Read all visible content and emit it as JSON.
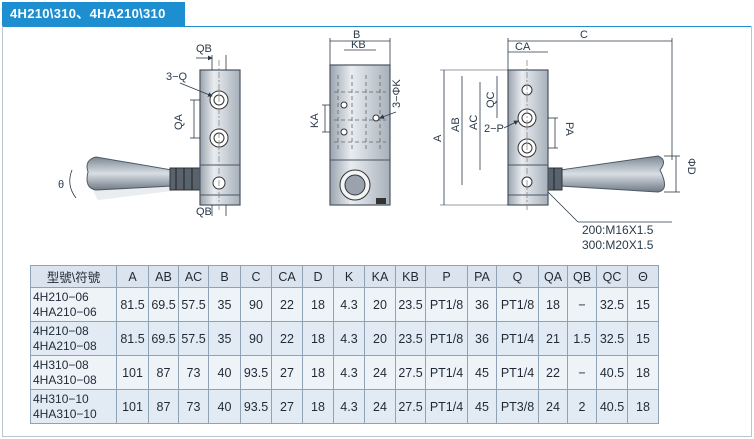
{
  "header": {
    "title": "4H210\\310、4HA210\\310"
  },
  "drawing": {
    "labels": {
      "qb_top": "QB",
      "q_port": "3−Q",
      "qa": "QA",
      "theta": "θ",
      "qb_bottom": "QB",
      "b": "B",
      "kb": "KB",
      "k_hole": "3−ΦK",
      "ka": "KA",
      "ca": "CA",
      "c": "C",
      "a": "A",
      "ab": "AB",
      "ac": "AC",
      "qc": "QC",
      "p_port": "2−P",
      "pa": "PA",
      "d": "ΦD",
      "thread_200": "200:M16X1.5",
      "thread_300": "300:M20X1.5"
    }
  },
  "table": {
    "headers": [
      "型號\\符號",
      "A",
      "AB",
      "AC",
      "B",
      "C",
      "CA",
      "D",
      "K",
      "KA",
      "KB",
      "P",
      "PA",
      "Q",
      "QA",
      "QB",
      "QC",
      "Θ"
    ],
    "rows": [
      {
        "model": [
          "4H210−06",
          "4HA210−06"
        ],
        "cells": [
          "81.5",
          "69.5",
          "57.5",
          "35",
          "90",
          "22",
          "18",
          "4.3",
          "20",
          "23.5",
          "PT1/8",
          "36",
          "PT1/8",
          "18",
          "−",
          "32.5",
          "15"
        ]
      },
      {
        "model": [
          "4H210−08",
          "4HA210−08"
        ],
        "cells": [
          "81.5",
          "69.5",
          "57.5",
          "35",
          "90",
          "22",
          "18",
          "4.3",
          "20",
          "23.5",
          "PT1/8",
          "36",
          "PT1/4",
          "21",
          "1.5",
          "32.5",
          "15"
        ]
      },
      {
        "model": [
          "4H310−08",
          "4HA310−08"
        ],
        "cells": [
          "101",
          "87",
          "73",
          "40",
          "93.5",
          "27",
          "18",
          "4.3",
          "24",
          "27.5",
          "PT1/4",
          "45",
          "PT1/4",
          "22",
          "−",
          "40.5",
          "18"
        ]
      },
      {
        "model": [
          "4H310−10",
          "4HA310−10"
        ],
        "cells": [
          "101",
          "87",
          "73",
          "40",
          "93.5",
          "27",
          "18",
          "4.3",
          "24",
          "27.5",
          "PT1/4",
          "45",
          "PT3/8",
          "24",
          "2",
          "40.5",
          "18"
        ]
      }
    ]
  }
}
